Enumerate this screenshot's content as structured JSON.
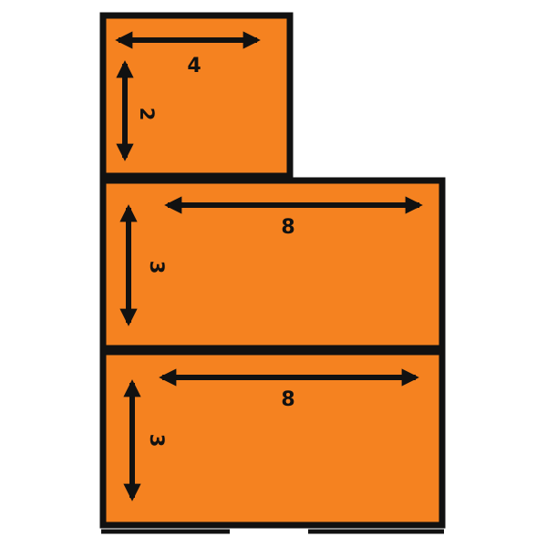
{
  "colors": {
    "fill": "#f58220",
    "stroke": "#111111",
    "background": "#ffffff"
  },
  "shapes": {
    "top_rectangle": {
      "width_label": "4",
      "height_label": "2"
    },
    "middle_rectangle": {
      "width_label": "8",
      "height_label": "3"
    },
    "bottom_rectangle": {
      "width_label": "8",
      "height_label": "3"
    }
  }
}
